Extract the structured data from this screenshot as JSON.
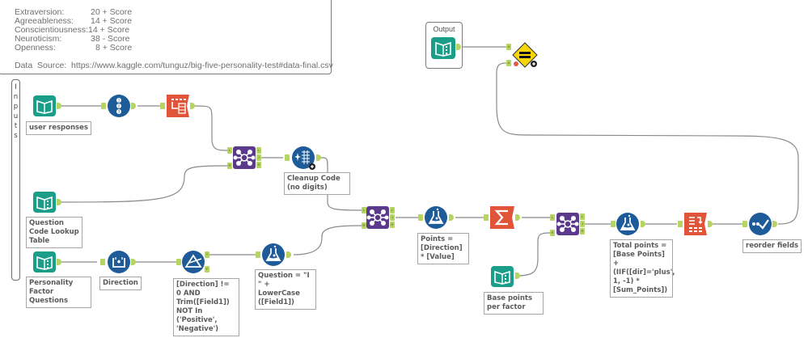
{
  "comment": {
    "lines": [
      {
        "factor": "Extraversion:",
        "formula": "20 + Score"
      },
      {
        "factor": "Agreeableness:",
        "formula": "14 + Score"
      },
      {
        "factor": "Conscientiousness:",
        "formula": "14 + Score"
      },
      {
        "factor": "Neuroticism:",
        "formula": "38 - Score"
      },
      {
        "factor": "Openness:",
        "formula": "8 + Score"
      }
    ],
    "data_source": "Data  Source:  https://www.kaggle.com/tunguz/big-five-personality-test#data-final.csv"
  },
  "output_container": {
    "title": "Output"
  },
  "inputs_container": {
    "letters": [
      "I",
      "n",
      "p",
      "u",
      "t",
      "s"
    ]
  },
  "tools": {
    "user_responses": {
      "label": "user responses",
      "icon": "input-data-icon"
    },
    "record_id": {
      "icon": "record-id-icon"
    },
    "transpose": {
      "icon": "transpose-icon"
    },
    "join1": {
      "icon": "join-icon",
      "anchors_in": [
        "L",
        "R"
      ],
      "anchors_out": [
        "L",
        "J",
        "R"
      ]
    },
    "cleanse": {
      "label": "Cleanup Code (no digits)",
      "icon": "data-cleansing-icon"
    },
    "question_lookup": {
      "label": "Question Code Lookup Table",
      "icon": "input-data-icon"
    },
    "personality_questions": {
      "label": "Personality Factor Questions",
      "icon": "input-data-icon"
    },
    "direction": {
      "label": "Direction",
      "icon": "multi-field-formula-icon"
    },
    "filter": {
      "label": "[Direction] != 0 AND Trim([Field1]) NOT In ('Positive', 'Negative')",
      "icon": "filter-icon",
      "anchors_out": [
        "T",
        "F"
      ]
    },
    "formula_question": {
      "label": "Question = \"I \" + LowerCase ([Field1])",
      "icon": "formula-icon"
    },
    "join2": {
      "icon": "join-icon",
      "anchors_in": [
        "L",
        "R"
      ],
      "anchors_out": [
        "L",
        "J",
        "R"
      ]
    },
    "formula_points": {
      "label": "Points = [Direction] * [Value]",
      "icon": "formula-icon"
    },
    "summarize": {
      "icon": "summarize-icon"
    },
    "join3": {
      "icon": "join-icon",
      "anchors_in": [
        "L",
        "R"
      ],
      "anchors_out": [
        "L",
        "J",
        "R"
      ]
    },
    "base_points": {
      "label": "Base points per factor",
      "icon": "input-data-icon"
    },
    "formula_total": {
      "label": "Total points = [Base Points] + (IIF([dir]='plus', 1, -1) * [Sum_Points])",
      "icon": "formula-icon"
    },
    "cross_tab": {
      "icon": "cross-tab-icon"
    },
    "select": {
      "label": "reorder fields",
      "icon": "select-icon"
    },
    "test": {
      "icon": "test-icon",
      "anchors_in": [
        "#",
        "#"
      ]
    },
    "output_input": {
      "icon": "input-data-icon"
    }
  },
  "colors": {
    "input_green": "#1a9e8a",
    "prep_blue": "#1d5b99",
    "join_purple": "#5b3a8e",
    "transform_orange": "#e0553a",
    "anchor_green": "#b6d461",
    "wire": "#8a8a8a",
    "test_yellow": "#f8d60a"
  }
}
